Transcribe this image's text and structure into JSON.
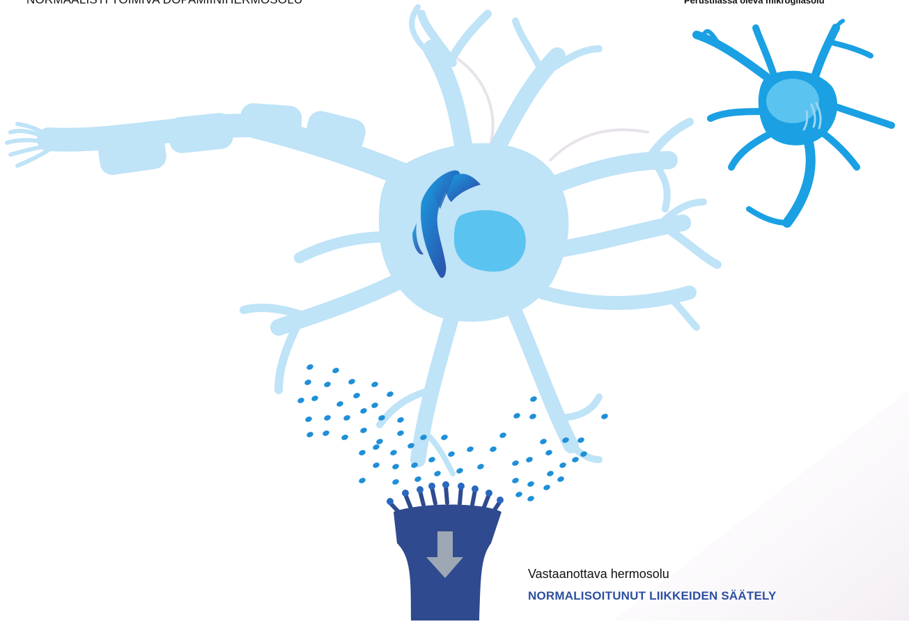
{
  "labels": {
    "title": "NORMAALISTI TOIMIVA DOPAMIINIHERMOSOLU",
    "microglia": "Perustilassa oleva mikrogliasolu",
    "receiving_neuron": "Vastaanottava hermosolu",
    "outcome": "NORMALISOITUNUT LIIKKEIDEN SÄÄTELY"
  },
  "colors": {
    "neuron_body": "#bfe3f7",
    "neuron_outline": "#e6dfe8",
    "nucleus": "#5bc3ef",
    "golgi": "#1f6fc9",
    "microglia": "#1aa0e3",
    "microglia_nucleus": "#5bc3ef",
    "vesicle": "#1f8fd8",
    "receiving_neuron": "#2f4a8e",
    "receptor": "#2a67bf",
    "arrow": "#9ea8b4",
    "outcome_text": "#2d4fa0"
  }
}
